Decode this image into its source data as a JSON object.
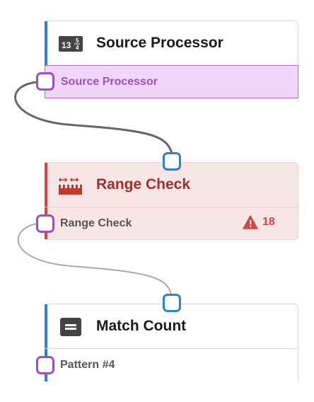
{
  "nodes": [
    {
      "title": "Source Processor",
      "icon": "numbers-icon",
      "accent": "#2f80c8",
      "port_label": "Source Processor"
    },
    {
      "title": "Range Check",
      "icon": "ruler-icon",
      "accent": "#d64545",
      "port_label": "Range Check",
      "warning_count": "18"
    },
    {
      "title": "Match Count",
      "icon": "equals-icon",
      "accent": "#2f80c8",
      "port_label": "Pattern #4"
    }
  ],
  "icon_text": {
    "digits": "13",
    "frac_top": "5",
    "frac_bottom": "4"
  },
  "colors": {
    "output_port": "#9b4fc0",
    "input_port": "#2f80c8",
    "wire_dark": "#666666",
    "wire_light": "#a8a8a8",
    "warning": "#d64545"
  }
}
